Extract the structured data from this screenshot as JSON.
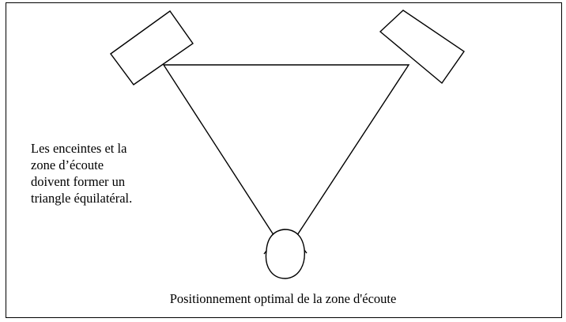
{
  "diagram": {
    "note_lines": [
      "Les enceintes et la",
      "zone d’écoute",
      "doivent former un",
      "triangle équilatéral."
    ],
    "caption": "Positionnement optimal de la zone d'écoute"
  },
  "colors": {
    "stroke": "#000000",
    "background": "#ffffff"
  }
}
